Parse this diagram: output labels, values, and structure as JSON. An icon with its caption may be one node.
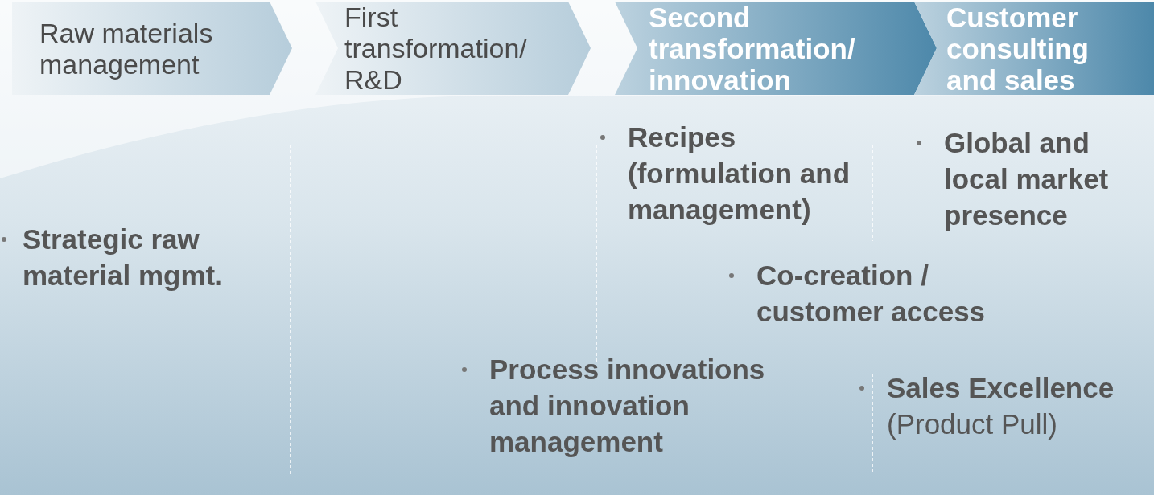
{
  "diagram": {
    "nodes": [
      {
        "text": [
          "Raw materials management"
        ]
      },
      {
        "text": [
          "First transformation/ R&D"
        ]
      },
      {
        "text": [
          "Second transformation/ innovation"
        ]
      },
      {
        "text": [
          "Customer consulting and sales"
        ]
      }
    ],
    "labels": [
      "Recipes (formulation and management)",
      "Global and local market presence",
      "Strategic raw material mgmt.",
      "Co-creation / customer access",
      "Process innovations and innovation management",
      "**Sales Excellence** (Product Pull)"
    ]
  }
}
